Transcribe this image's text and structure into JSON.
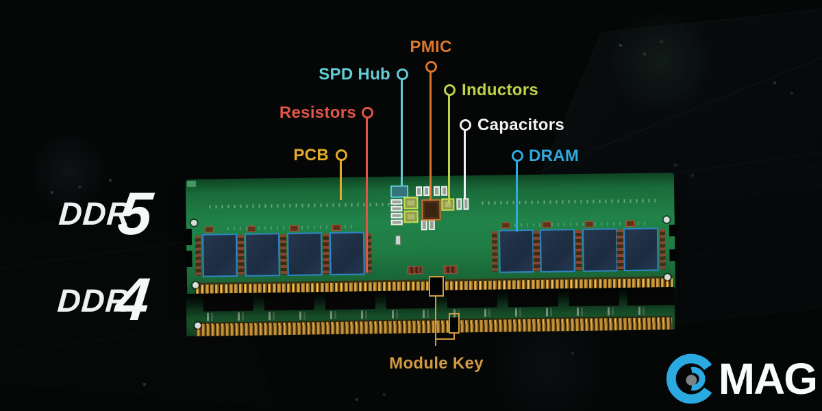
{
  "diagram": {
    "ddr5": {
      "prefix": "DDR",
      "number": "5"
    },
    "ddr4": {
      "prefix": "DDR",
      "number": "4"
    },
    "callouts": [
      {
        "id": "pmic",
        "label": "PMIC",
        "color": "#d9772e"
      },
      {
        "id": "spd-hub",
        "label": "SPD Hub",
        "color": "#64ccd5"
      },
      {
        "id": "inductors",
        "label": "Inductors",
        "color": "#bfd24a"
      },
      {
        "id": "resistors",
        "label": "Resistors",
        "color": "#e25549"
      },
      {
        "id": "capacitors",
        "label": "Capacitors",
        "color": "#f2f2f2"
      },
      {
        "id": "pcb",
        "label": "PCB",
        "color": "#e6ac28"
      },
      {
        "id": "dram",
        "label": "DRAM",
        "color": "#2fa9de"
      }
    ],
    "module_key": {
      "label": "Module Key",
      "color": "#d29a43"
    },
    "modules": {
      "ddr5_dram_chip_count": 8,
      "ddr4_chip_count": 8,
      "pcb_color": "#1f7c44",
      "pin_color": "#c9973a",
      "dram_chip_border_color": "#2f84c4"
    }
  },
  "logo": {
    "text": "MAG",
    "icon": "pc-monogram-icon",
    "accent": "#2ba9e1",
    "dot_color": "#7d8287"
  }
}
